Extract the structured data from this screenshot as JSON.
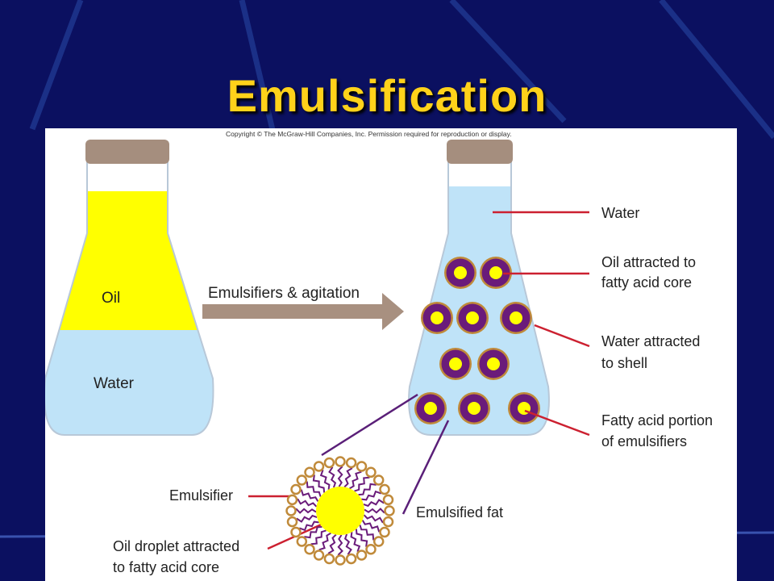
{
  "slide": {
    "title": "Emulsification",
    "copyright": "Copyright © The McGraw-Hill Companies, Inc. Permission required for reproduction or display."
  },
  "diagram": {
    "left_flask": {
      "top_layer": "Oil",
      "bottom_layer": "Water"
    },
    "arrow_label": "Emulsifiers & agitation",
    "callouts": {
      "water": "Water",
      "oil_attracted": [
        "Oil attracted to",
        "fatty acid core"
      ],
      "water_attracted": [
        "Water attracted",
        "to shell"
      ],
      "fatty_acid_portion": [
        "Fatty acid portion",
        "of emulsifiers"
      ],
      "emulsifier": "Emulsifier",
      "oil_droplet": [
        "Oil droplet attracted",
        "to fatty acid core"
      ],
      "emulsified_fat": "Emulsified fat"
    },
    "colors": {
      "oil": "#ffff00",
      "water": "#bfe3f8",
      "droplet_shell": "#6a1b7a",
      "droplet_ring": "#c08a3a",
      "cap": "#a58e7e",
      "arrow": "#a89080",
      "leader_red": "#cc2030",
      "leader_purple": "#5a1f78"
    }
  }
}
